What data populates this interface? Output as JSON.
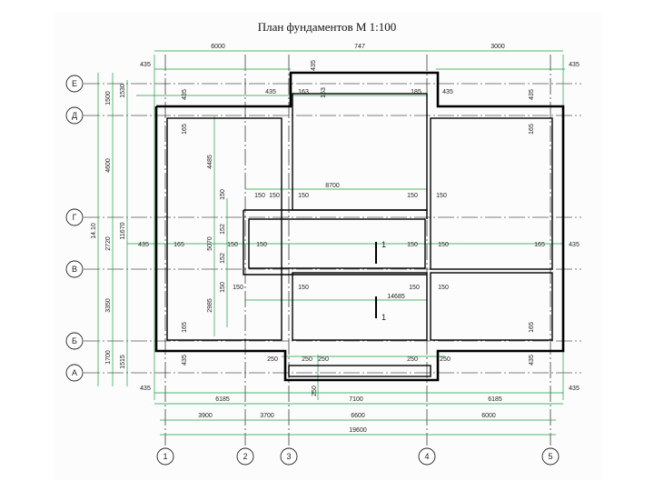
{
  "title": "План фундаментов М 1:100",
  "axes_letters": [
    "Е",
    "Д",
    "Г",
    "В",
    "Б",
    "А"
  ],
  "axes_numbers": [
    "1",
    "2",
    "3",
    "4",
    "5"
  ],
  "dims_top": [
    "6000",
    "747",
    "3000"
  ],
  "dims_bottom": [
    "6185",
    "7100",
    "6185"
  ],
  "dims_bottom2": [
    "3900",
    "3700",
    "6600",
    "6000"
  ],
  "dims_total": "19600",
  "dims_left": [
    "1500",
    "4600",
    "2720",
    "3350",
    "1700"
  ],
  "dims_left2": [
    "1530",
    "11670",
    "1515"
  ],
  "dims_left_total": "14.10",
  "inner": {
    "d435": "435",
    "d165": "165",
    "d163": "163",
    "d150": "150",
    "d152": "152",
    "d250": "250",
    "d8700": "8700",
    "d14685": "14685",
    "d4485": "4485",
    "d5070": "5070",
    "d2985": "2985",
    "d185": "185"
  },
  "section_mark": "1"
}
